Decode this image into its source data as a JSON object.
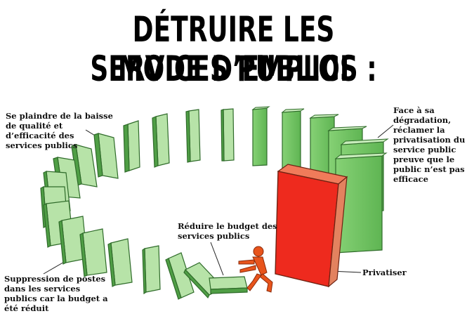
{
  "title": {
    "line1": "DÉTRUIRE LES SERVICES PUBLICS :",
    "line2": "MODE D’EMPLOI"
  },
  "annotations": {
    "complain": "Se plaindre de la baisse\nde qualité et\nd’efficacité des\nservices publics",
    "privatize_demand": "Face à sa\ndégradation,\nréclamer la\nprivatisation du\nservice public\npreuve que le\npublic n’est pas\nefficace",
    "budget": "Réduire le budget des\nservices publics",
    "staff": "Suppression de postes\ndans les services\npublics car la budget a\nété réduit",
    "privatise": "Privatiser"
  },
  "colors": {
    "domino_front": "#7bc96b",
    "domino_side": "#b7e3a8",
    "domino_edge": "#2f6b2a",
    "big_front": "#ee2a1e",
    "big_side": "#e3825f",
    "person": "#e8541c"
  }
}
